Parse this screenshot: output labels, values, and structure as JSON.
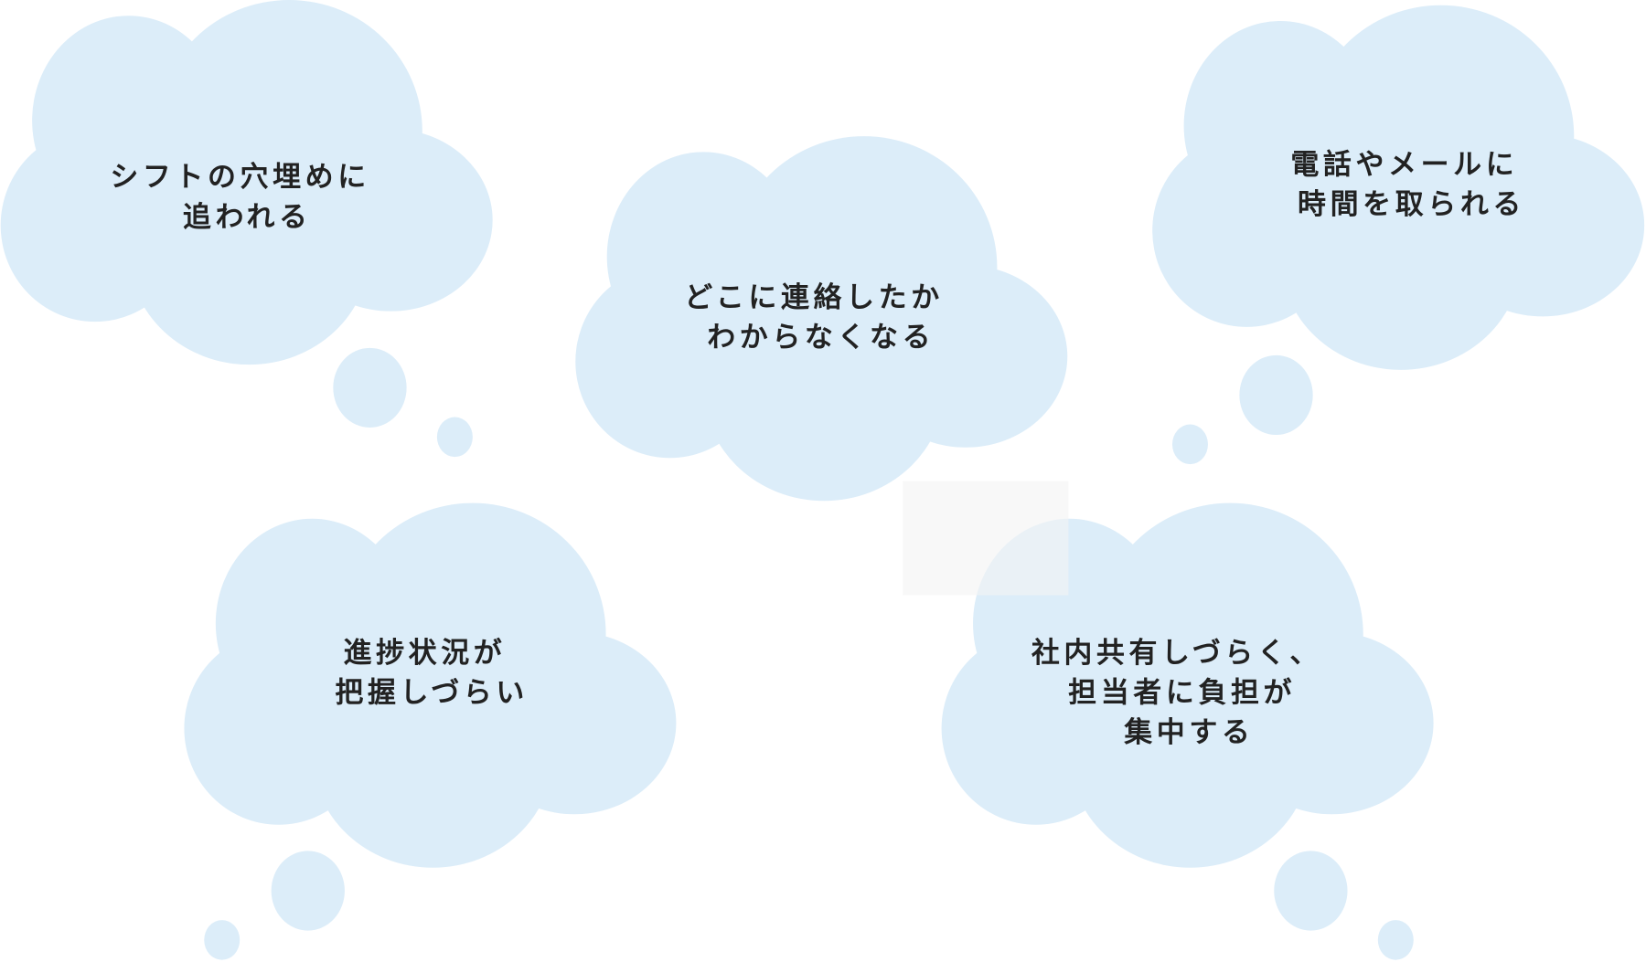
{
  "colors": {
    "cloud": "#dcedf9",
    "text": "#222222",
    "panel": "#f6f6f6"
  },
  "clouds": [
    {
      "lines": [
        "シフトの穴埋めに",
        "追われる"
      ]
    },
    {
      "lines": [
        "どこに連絡したか",
        "わからなくなる"
      ]
    },
    {
      "lines": [
        "電話やメールに",
        "時間を取られる"
      ]
    },
    {
      "lines": [
        "進捗状況が",
        "把握しづらい"
      ]
    },
    {
      "lines": [
        "社内共有しづらく、",
        "担当者に負担が",
        "集中する"
      ]
    }
  ]
}
